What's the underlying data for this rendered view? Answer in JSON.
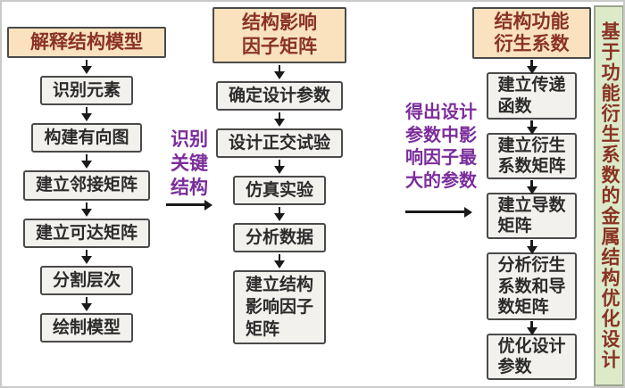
{
  "title_bar": {
    "text": "基于功能衍生系数的金属结构优化设计"
  },
  "columns": [
    {
      "header": "解释结构模型",
      "items": [
        "识别元素",
        "构建有向图",
        "建立邻接矩阵",
        "建立可达矩阵",
        "分割层次",
        "绘制模型"
      ]
    },
    {
      "header": "结构影响\n因子矩阵",
      "items": [
        "确定设计参数",
        "设计正交试验",
        "仿真实验",
        "分析数据",
        "建立结构\n影响因子\n矩阵"
      ]
    },
    {
      "header": "结构功能\n衍生系数",
      "items": [
        "建立传递\n函数",
        "建立衍生\n系数矩阵",
        "建立导数\n矩阵",
        "分析衍生\n系数和导\n数矩阵",
        "优化设计\n参数"
      ]
    }
  ],
  "annotations": [
    {
      "text": "识别\n关键\n结构"
    },
    {
      "text": "得出设计\n参数中影\n响因子最\n大的参数"
    }
  ],
  "colors": {
    "header_bg": "#f9e2bd",
    "header_text": "#8a3224",
    "box_bg": "#f3f1ee",
    "box_border": "#4a4a4a",
    "box_text": "#2b2b2b",
    "annotation_text": "#7b2d9b",
    "title_bg": "#dceac9",
    "title_text": "#8a3224",
    "arrow": "#1a1a1a"
  }
}
